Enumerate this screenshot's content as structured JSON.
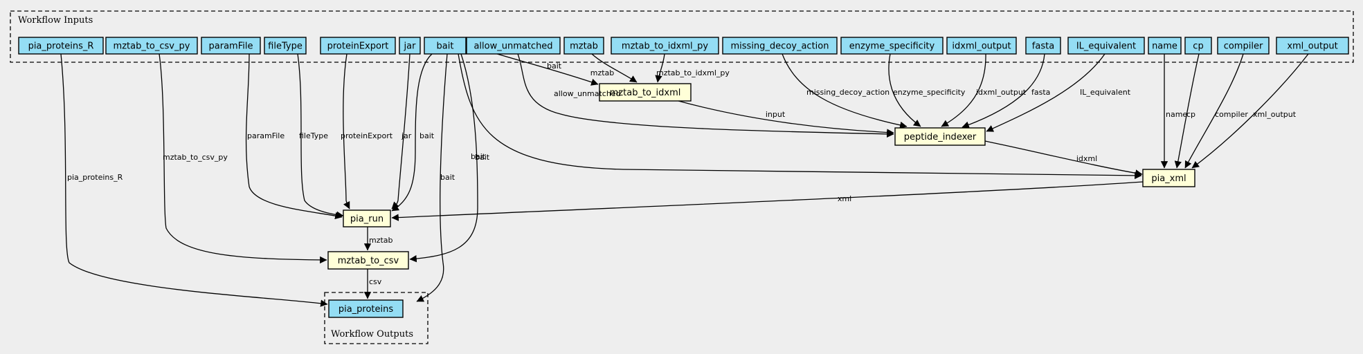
{
  "clusters": {
    "inputs_label": "Workflow Inputs",
    "outputs_label": "Workflow Outputs"
  },
  "inputs": [
    "pia_proteins_R",
    "mztab_to_csv_py",
    "paramFile",
    "fileType",
    "proteinExport",
    "jar",
    "bait",
    "allow_unmatched",
    "mztab",
    "mztab_to_idxml_py",
    "missing_decoy_action",
    "enzyme_specificity",
    "idxml_output",
    "fasta",
    "IL_equivalent",
    "name",
    "cp",
    "compiler",
    "xml_output"
  ],
  "steps": [
    "mztab_to_idxml",
    "peptide_indexer",
    "pia_xml",
    "pia_run",
    "mztab_to_csv"
  ],
  "outputs": [
    "pia_proteins"
  ],
  "edges": [
    {
      "from": "bait",
      "to": "mztab_to_idxml",
      "label": "bait"
    },
    {
      "from": "mztab",
      "to": "mztab_to_idxml",
      "label": "mztab"
    },
    {
      "from": "mztab_to_idxml_py",
      "to": "mztab_to_idxml",
      "label": "mztab_to_idxml_py"
    },
    {
      "from": "allow_unmatched",
      "to": "peptide_indexer",
      "label": "allow_unmatched"
    },
    {
      "from": "mztab_to_idxml",
      "to": "peptide_indexer",
      "label": "input"
    },
    {
      "from": "missing_decoy_action",
      "to": "peptide_indexer",
      "label": "missing_decoy_action"
    },
    {
      "from": "enzyme_specificity",
      "to": "peptide_indexer",
      "label": "enzyme_specificity"
    },
    {
      "from": "idxml_output",
      "to": "peptide_indexer",
      "label": "idxml_output"
    },
    {
      "from": "fasta",
      "to": "peptide_indexer",
      "label": "fasta"
    },
    {
      "from": "IL_equivalent",
      "to": "peptide_indexer",
      "label": "IL_equivalent"
    },
    {
      "from": "peptide_indexer",
      "to": "pia_xml",
      "label": "idxml"
    },
    {
      "from": "name",
      "to": "pia_xml",
      "label": "name"
    },
    {
      "from": "cp",
      "to": "pia_xml",
      "label": "cp"
    },
    {
      "from": "compiler",
      "to": "pia_xml",
      "label": "compiler"
    },
    {
      "from": "xml_output",
      "to": "pia_xml",
      "label": "xml_output"
    },
    {
      "from": "bait",
      "to": "pia_xml",
      "label": "bait"
    },
    {
      "from": "paramFile",
      "to": "pia_run",
      "label": "paramFile"
    },
    {
      "from": "fileType",
      "to": "pia_run",
      "label": "fileType"
    },
    {
      "from": "proteinExport",
      "to": "pia_run",
      "label": "proteinExport"
    },
    {
      "from": "jar",
      "to": "pia_run",
      "label": "jar"
    },
    {
      "from": "bait",
      "to": "pia_run",
      "label": "bait"
    },
    {
      "from": "pia_xml",
      "to": "pia_run",
      "label": "xml"
    },
    {
      "from": "mztab_to_csv_py",
      "to": "mztab_to_csv",
      "label": "mztab_to_csv_py"
    },
    {
      "from": "pia_run",
      "to": "mztab_to_csv",
      "label": "mztab"
    },
    {
      "from": "bait",
      "to": "mztab_to_csv",
      "label": "bait"
    },
    {
      "from": "pia_proteins_R",
      "to": "pia_proteins",
      "label": "pia_proteins_R"
    },
    {
      "from": "mztab_to_csv",
      "to": "pia_proteins",
      "label": "csv"
    },
    {
      "from": "bait",
      "to": "pia_proteins",
      "label": "bait"
    }
  ]
}
